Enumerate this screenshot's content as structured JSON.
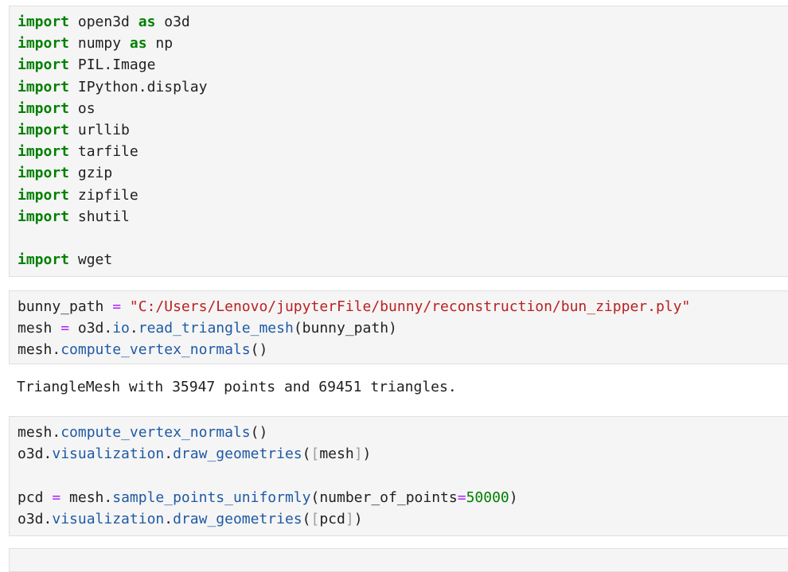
{
  "cells": [
    {
      "id": "imports",
      "lines": [
        [
          {
            "t": "import",
            "c": "kw"
          },
          {
            "t": " open3d "
          },
          {
            "t": "as",
            "c": "kw"
          },
          {
            "t": " o3d"
          }
        ],
        [
          {
            "t": "import",
            "c": "kw"
          },
          {
            "t": " numpy "
          },
          {
            "t": "as",
            "c": "kw"
          },
          {
            "t": " np"
          }
        ],
        [
          {
            "t": "import",
            "c": "kw"
          },
          {
            "t": " PIL.Image"
          }
        ],
        [
          {
            "t": "import",
            "c": "kw"
          },
          {
            "t": " IPython.display"
          }
        ],
        [
          {
            "t": "import",
            "c": "kw"
          },
          {
            "t": " os"
          }
        ],
        [
          {
            "t": "import",
            "c": "kw"
          },
          {
            "t": " urllib"
          }
        ],
        [
          {
            "t": "import",
            "c": "kw"
          },
          {
            "t": " tarfile"
          }
        ],
        [
          {
            "t": "import",
            "c": "kw"
          },
          {
            "t": " gzip"
          }
        ],
        [
          {
            "t": "import",
            "c": "kw"
          },
          {
            "t": " zipfile"
          }
        ],
        [
          {
            "t": "import",
            "c": "kw"
          },
          {
            "t": " shutil"
          }
        ],
        [],
        [
          {
            "t": "import",
            "c": "kw"
          },
          {
            "t": " wget"
          }
        ]
      ]
    },
    {
      "id": "load-mesh",
      "lines": [
        [
          {
            "t": "bunny_path "
          },
          {
            "t": "=",
            "c": "op"
          },
          {
            "t": " "
          },
          {
            "t": "\"C:/Users/Lenovo/jupyterFile/bunny/reconstruction/bun_zipper.ply\"",
            "c": "str"
          }
        ],
        [
          {
            "t": "mesh "
          },
          {
            "t": "=",
            "c": "op"
          },
          {
            "t": " o3d."
          },
          {
            "t": "io",
            "c": "attr"
          },
          {
            "t": "."
          },
          {
            "t": "read_triangle_mesh",
            "c": "attr"
          },
          {
            "t": "(bunny_path)"
          }
        ],
        [
          {
            "t": "mesh."
          },
          {
            "t": "compute_vertex_normals",
            "c": "attr"
          },
          {
            "t": "()"
          }
        ]
      ],
      "output": "TriangleMesh with 35947 points and 69451 triangles."
    },
    {
      "id": "visualize",
      "lines": [
        [
          {
            "t": "mesh."
          },
          {
            "t": "compute_vertex_normals",
            "c": "attr"
          },
          {
            "t": "()"
          }
        ],
        [
          {
            "t": "o3d."
          },
          {
            "t": "visualization",
            "c": "attr"
          },
          {
            "t": "."
          },
          {
            "t": "draw_geometries",
            "c": "attr"
          },
          {
            "t": "("
          },
          {
            "t": "[",
            "c": "brk"
          },
          {
            "t": "mesh"
          },
          {
            "t": "]",
            "c": "brk"
          },
          {
            "t": ")"
          }
        ],
        [],
        [
          {
            "t": "pcd "
          },
          {
            "t": "=",
            "c": "op"
          },
          {
            "t": " mesh."
          },
          {
            "t": "sample_points_uniformly",
            "c": "attr"
          },
          {
            "t": "(number_of_points"
          },
          {
            "t": "=",
            "c": "op"
          },
          {
            "t": "50000",
            "c": "num"
          },
          {
            "t": ")"
          }
        ],
        [
          {
            "t": "o3d."
          },
          {
            "t": "visualization",
            "c": "attr"
          },
          {
            "t": "."
          },
          {
            "t": "draw_geometries",
            "c": "attr"
          },
          {
            "t": "("
          },
          {
            "t": "[",
            "c": "brk"
          },
          {
            "t": "pcd"
          },
          {
            "t": "]",
            "c": "brk"
          },
          {
            "t": ")"
          }
        ]
      ]
    },
    {
      "id": "empty",
      "lines": []
    }
  ]
}
